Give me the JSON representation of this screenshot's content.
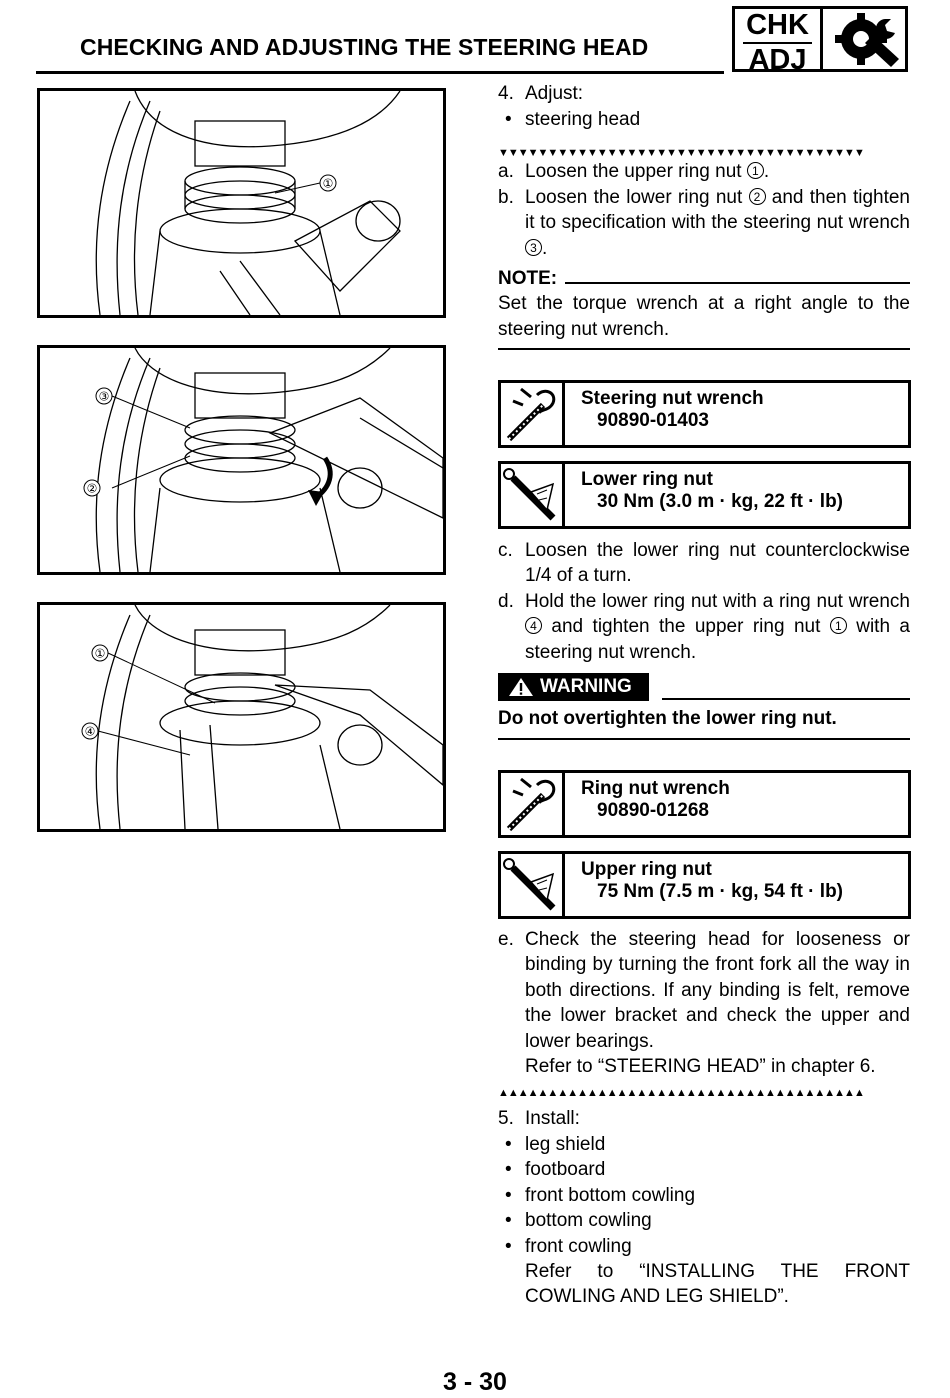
{
  "header": {
    "title": "CHECKING AND ADJUSTING THE STEERING HEAD",
    "badge_top": "CHK",
    "badge_bottom": "ADJ",
    "badge_icon": "wrench-gear-icon"
  },
  "figures": {
    "fig1_callouts": [
      "①"
    ],
    "fig2_callouts": [
      "③",
      "②"
    ],
    "fig3_callouts": [
      "①",
      "④"
    ]
  },
  "steps": {
    "step4_label": "4.",
    "step4_text": "Adjust:",
    "step4_bullet": "steering head",
    "markers_down": "▼▼▼▼▼▼▼▼▼▼▼▼▼▼▼▼▼▼▼▼▼▼▼▼▼▼▼▼▼▼▼▼▼▼▼▼▼",
    "a_label": "a.",
    "a_text_pre": "Loosen the upper ring nut ",
    "a_circ": "1",
    "a_text_post": ".",
    "b_label": "b.",
    "b_text_1": "Loosen the lower ring nut ",
    "b_circ1": "2",
    "b_text_2": " and then tighten it to specification with the steering nut wrench ",
    "b_circ2": "3",
    "b_text_3": ".",
    "note_label": "NOTE:",
    "note_text": "Set the torque wrench at a right angle to the steering nut wrench.",
    "c_label": "c.",
    "c_text": "Loosen the lower ring nut counterclockwise 1/4 of a turn.",
    "d_label": "d.",
    "d_text_1": "Hold the lower ring nut with a ring nut wrench ",
    "d_circ1": "4",
    "d_text_2": " and tighten the upper ring nut ",
    "d_circ2": "1",
    "d_text_3": " with a steering nut wrench.",
    "warning_label": "WARNING",
    "warning_text": "Do not overtighten the lower ring nut.",
    "e_label": "e.",
    "e_text": "Check the steering head for looseness or binding by turning the front fork all the way in both directions. If any binding is felt, remove the lower bracket and check the upper and lower bearings.",
    "e_refer": "Refer to “STEERING HEAD” in chapter 6.",
    "markers_up": "▲▲▲▲▲▲▲▲▲▲▲▲▲▲▲▲▲▲▲▲▲▲▲▲▲▲▲▲▲▲▲▲▲▲▲▲▲",
    "step5_label": "5.",
    "step5_text": "Install:",
    "install_items": [
      "leg shield",
      "footboard",
      "front bottom cowling",
      "bottom cowling",
      "front cowling"
    ],
    "install_refer": "Refer to “INSTALLING THE FRONT COWLING AND LEG SHIELD”."
  },
  "tools": [
    {
      "title": "Steering nut wrench",
      "value": "90890-01403",
      "icon": "steering-nut-wrench-icon"
    },
    {
      "title": "Lower ring nut",
      "value": "30 Nm (3.0 m · kg, 22 ft · lb)",
      "icon": "torque-wrench-icon"
    },
    {
      "title": "Ring nut wrench",
      "value": "90890-01268",
      "icon": "ring-nut-wrench-icon"
    },
    {
      "title": "Upper ring nut",
      "value": "75 Nm (7.5 m · kg, 54 ft · lb)",
      "icon": "torque-wrench-icon"
    }
  ],
  "footer": {
    "page_number": "3 - 30"
  }
}
